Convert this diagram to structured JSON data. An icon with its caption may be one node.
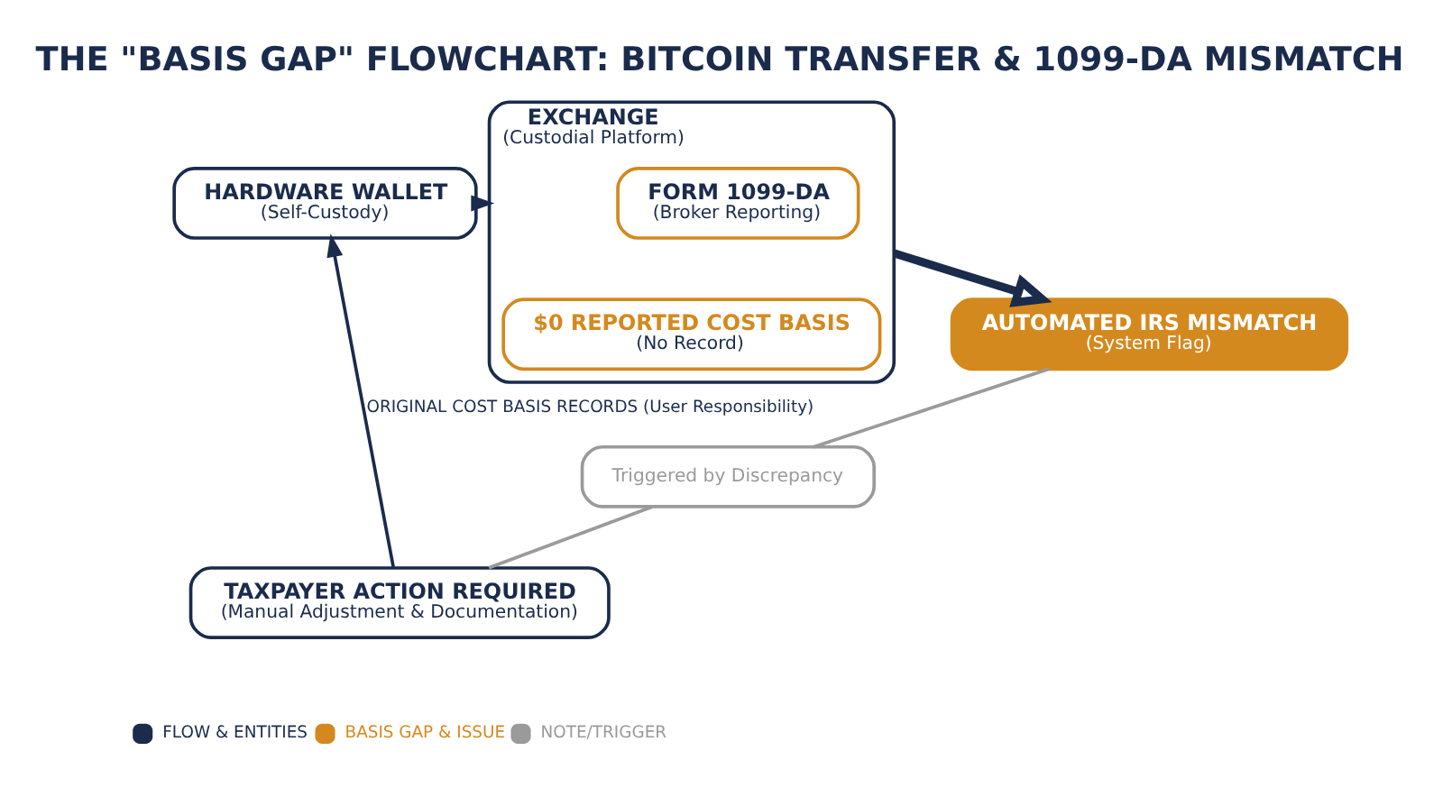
{
  "diagram": {
    "title": "THE \"BASIS GAP\" FLOWCHART: BITCOIN TRANSFER & 1099-DA MISMATCH",
    "nodes": [
      {
        "text": [
          "HARDWARE WALLET",
          "(Self-Custody)"
        ]
      },
      {
        "text": [
          "EXCHANGE",
          "(Custodial Platform)"
        ]
      },
      {
        "text": [
          "FORM 1099-DA",
          "(Broker Reporting)"
        ],
        "in": 1
      },
      {
        "text": [
          "$0 REPORTED COST BASIS",
          "(No Record)"
        ],
        "in": 1
      },
      {
        "text": [
          "AUTOMATED IRS MISMATCH",
          "(System Flag)"
        ]
      },
      {
        "text": [
          "Triggered by Discrepancy"
        ]
      },
      {
        "text": [
          "TAXPAYER ACTION REQUIRED",
          "(Manual Adjustment & Documentation)"
        ]
      }
    ],
    "edges": [
      {
        "from": 0,
        "to": 1,
        "arrow": "to"
      },
      {
        "from": 1,
        "to": 4,
        "arrow": "to",
        "style": "thick"
      },
      {
        "from": 4,
        "to": 5,
        "arrow": "none",
        "color": "#9a9a9a"
      },
      {
        "from": 5,
        "to": 6,
        "arrow": "none",
        "color": "#9a9a9a"
      },
      {
        "from": 6,
        "to": 0,
        "arrow": "to",
        "label": "ORIGINAL COST BASIS RECORDS (User Responsibility)"
      }
    ],
    "legend": [
      {
        "text": "FLOW & ENTITIES",
        "color": "#1a2b4c"
      },
      {
        "text": "BASIS GAP & ISSUE",
        "color": "#d4891e"
      },
      {
        "text": "NOTE/TRIGGER",
        "color": "#9a9a9a"
      }
    ]
  }
}
